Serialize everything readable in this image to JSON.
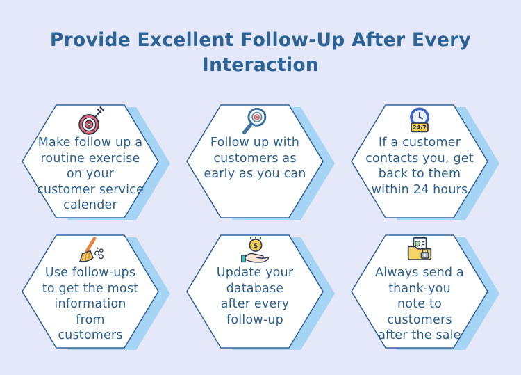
{
  "title": {
    "text": "Provide Excellent Follow-Up After Every Interaction"
  },
  "hexagons": [
    {
      "icon": "target-dart-icon",
      "text": "Make follow up a routine exercise on your customer service calender",
      "lines": [
        "Make follow up a",
        "routine exercise",
        "on your",
        "customer service",
        "calender"
      ]
    },
    {
      "icon": "magnifier-target-icon",
      "text": "Follow up with customers as early as you can",
      "lines": [
        "Follow up with",
        "customers as",
        "early as you can"
      ]
    },
    {
      "icon": "clock-247-icon",
      "text": "If a customer contacts you, get back to them within 24 hours",
      "lines": [
        "If a customer",
        "contacts you, get",
        "back to them",
        "within 24 hours"
      ]
    },
    {
      "icon": "broom-icon",
      "text": "Use follow-ups to get the most information from customers",
      "lines": [
        "Use follow-ups",
        "to get the most",
        "information",
        "from",
        "customers"
      ]
    },
    {
      "icon": "hand-coin-icon",
      "text": "Update your database after every follow-up",
      "lines": [
        "Update your",
        "database",
        "after every",
        "follow-up"
      ]
    },
    {
      "icon": "folder-lock-icon",
      "text": "Always send a thank-you note to customers after the sale",
      "lines": [
        "Always send a",
        "thank-you",
        "note to",
        "customers",
        "after the sale"
      ]
    }
  ],
  "icons": {
    "badge_247": "24/7",
    "coin_symbol": "$"
  },
  "colors": {
    "background": "#e4e8f8",
    "title_text": "#2d6394",
    "hex_fill": "#ffffff",
    "hex_border": "#336398",
    "hex_shadow": "#a6d4f4",
    "body_text": "#2d5f8c",
    "outline_navy": "#2e3c55",
    "target_red": "#f06a6f",
    "magnifier_blue": "#3c6f9e",
    "clock_blue": "#4165c6",
    "badge_yellow": "#f9cf4f",
    "broom_orange": "#ea8440",
    "brush_yellow": "#f8c95e",
    "coin_yellow": "#fbd557",
    "hand_skin": "#fde7d2",
    "cuff_teal": "#41c9be",
    "folder_yellow": "#f7d468",
    "lock_gray": "#aab3bd",
    "shield_green": "#a8d98c"
  }
}
